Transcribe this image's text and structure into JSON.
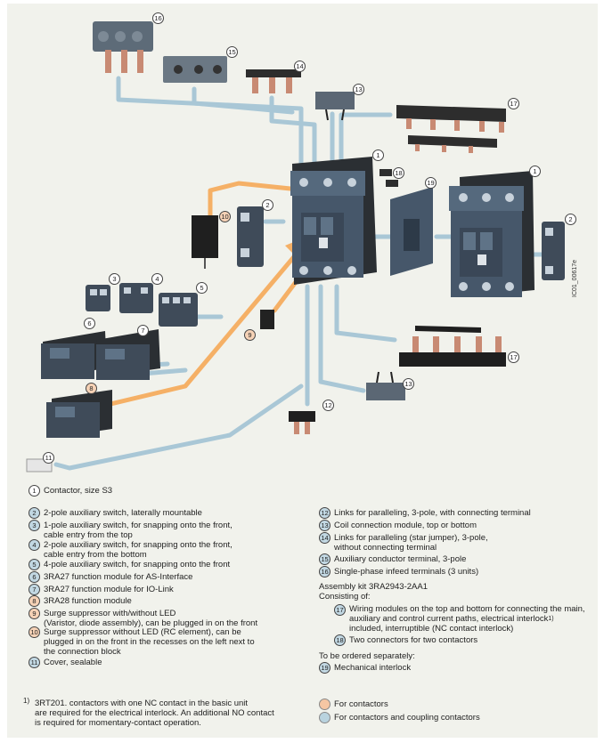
{
  "diagram": {
    "callouts": [
      "1",
      "2",
      "3",
      "4",
      "5",
      "6",
      "7",
      "8",
      "9",
      "10",
      "11",
      "12",
      "13",
      "14",
      "15",
      "16",
      "17",
      "18",
      "19"
    ],
    "drawing_code": "IC01_00617e",
    "colors": {
      "orange": "#f5b066",
      "blue": "#a9c7d6",
      "device": "#3f4b59",
      "device_dark": "#2b2f33",
      "copper": "#c88a73"
    }
  },
  "legend_left": [
    {
      "n": "1",
      "color": "white",
      "lines": [
        "Contactor, size S3"
      ]
    },
    {
      "n": "2",
      "color": "blue",
      "lines": [
        "2-pole auxiliary switch, laterally mountable"
      ]
    },
    {
      "n": "3",
      "color": "blue",
      "lines": [
        "1-pole auxiliary switch, for snapping onto the front,",
        "cable entry from the top"
      ]
    },
    {
      "n": "4",
      "color": "blue",
      "lines": [
        "2-pole auxiliary switch, for snapping onto the front,",
        "cable entry from the bottom"
      ]
    },
    {
      "n": "5",
      "color": "blue",
      "lines": [
        "4-pole auxiliary switch, for snapping onto the front"
      ]
    },
    {
      "n": "6",
      "color": "blue",
      "lines": [
        "3RA27 function module for AS-Interface"
      ]
    },
    {
      "n": "7",
      "color": "blue",
      "lines": [
        "3RA27 function module for IO-Link"
      ]
    },
    {
      "n": "8",
      "color": "orange",
      "lines": [
        "3RA28 function module"
      ]
    },
    {
      "n": "9",
      "color": "orange",
      "lines": [
        "Surge suppressor with/without LED",
        "(Varistor, diode assembly), can be plugged in on the front"
      ]
    },
    {
      "n": "10",
      "color": "orange",
      "lines": [
        "Surge suppressor without LED (RC element), can be",
        "plugged in on the front in the recesses on the left next to",
        "the connection block"
      ]
    },
    {
      "n": "11",
      "color": "blue",
      "lines": [
        "Cover, sealable"
      ]
    }
  ],
  "legend_right": [
    {
      "n": "12",
      "color": "blue",
      "lines": [
        "Links for paralleling, 3-pole, with connecting terminal"
      ]
    },
    {
      "n": "13",
      "color": "blue",
      "lines": [
        "Coil connection module, top or bottom"
      ]
    },
    {
      "n": "14",
      "color": "blue",
      "lines": [
        "Links for paralleling (star jumper), 3-pole,",
        "without connecting terminal"
      ]
    },
    {
      "n": "15",
      "color": "blue",
      "lines": [
        "Auxiliary conductor terminal, 3-pole"
      ]
    },
    {
      "n": "16",
      "color": "blue",
      "lines": [
        "Single-phase infeed terminals (3 units)"
      ]
    }
  ],
  "assembly_kit": {
    "heading": "Assembly kit 3RA2943-2AA1",
    "consisting": "Consisting of:",
    "item17_lines": [
      "Wiring modules on the top and bottom for connecting the main,",
      "auxiliary and control current paths, electrical interlock",
      "included, interruptible (NC contact interlock)"
    ],
    "item17_sup": "1)",
    "item18": "Two connectors for two contactors"
  },
  "separately": {
    "heading": "To be ordered separately:",
    "item19": "Mechanical interlock"
  },
  "footnote": {
    "mark": "1)",
    "lines": [
      "3RT201. contactors with one NC contact in the basic unit",
      "are required for the electrical interlock. An additional NO contact",
      "is required for momentary-contact operation."
    ]
  },
  "color_key": [
    {
      "color": "#f5c6a3",
      "label": "For contactors"
    },
    {
      "color": "#b9d3df",
      "label": "For contactors and coupling contactors"
    }
  ]
}
